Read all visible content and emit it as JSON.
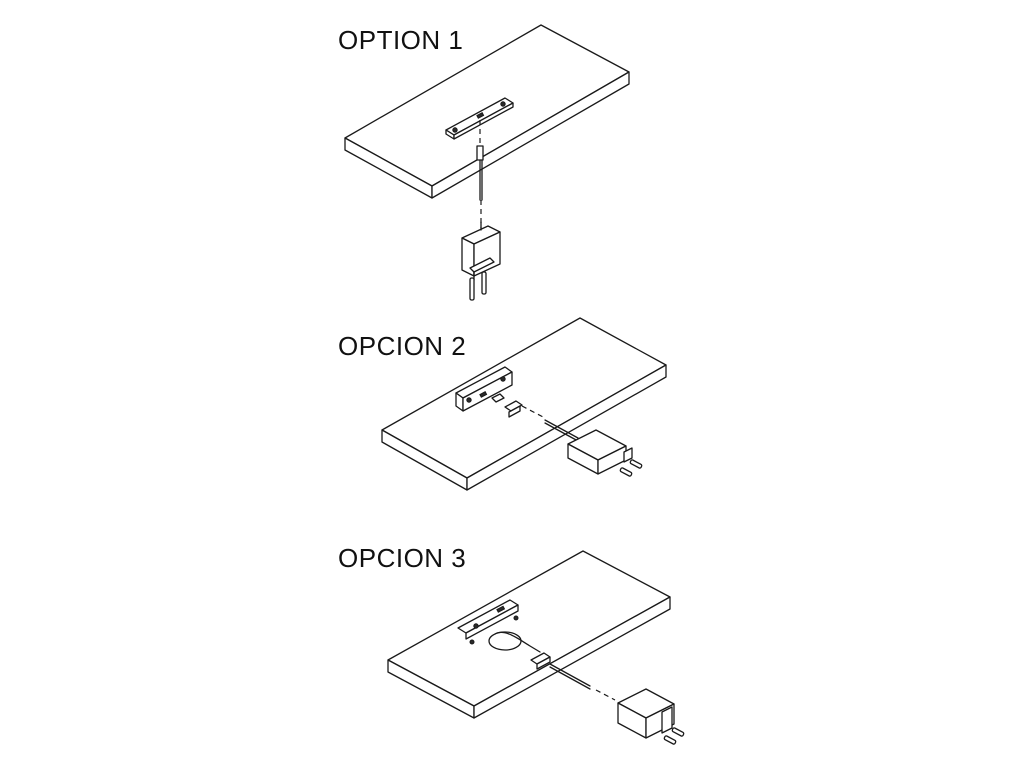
{
  "options": [
    {
      "id": "option-1",
      "label": "OPTION 1"
    },
    {
      "id": "option-2",
      "label": "OPCION 2"
    },
    {
      "id": "option-3",
      "label": "OPCION 3"
    }
  ],
  "colors": {
    "line": "#1a1a1a",
    "background": "#ffffff"
  }
}
